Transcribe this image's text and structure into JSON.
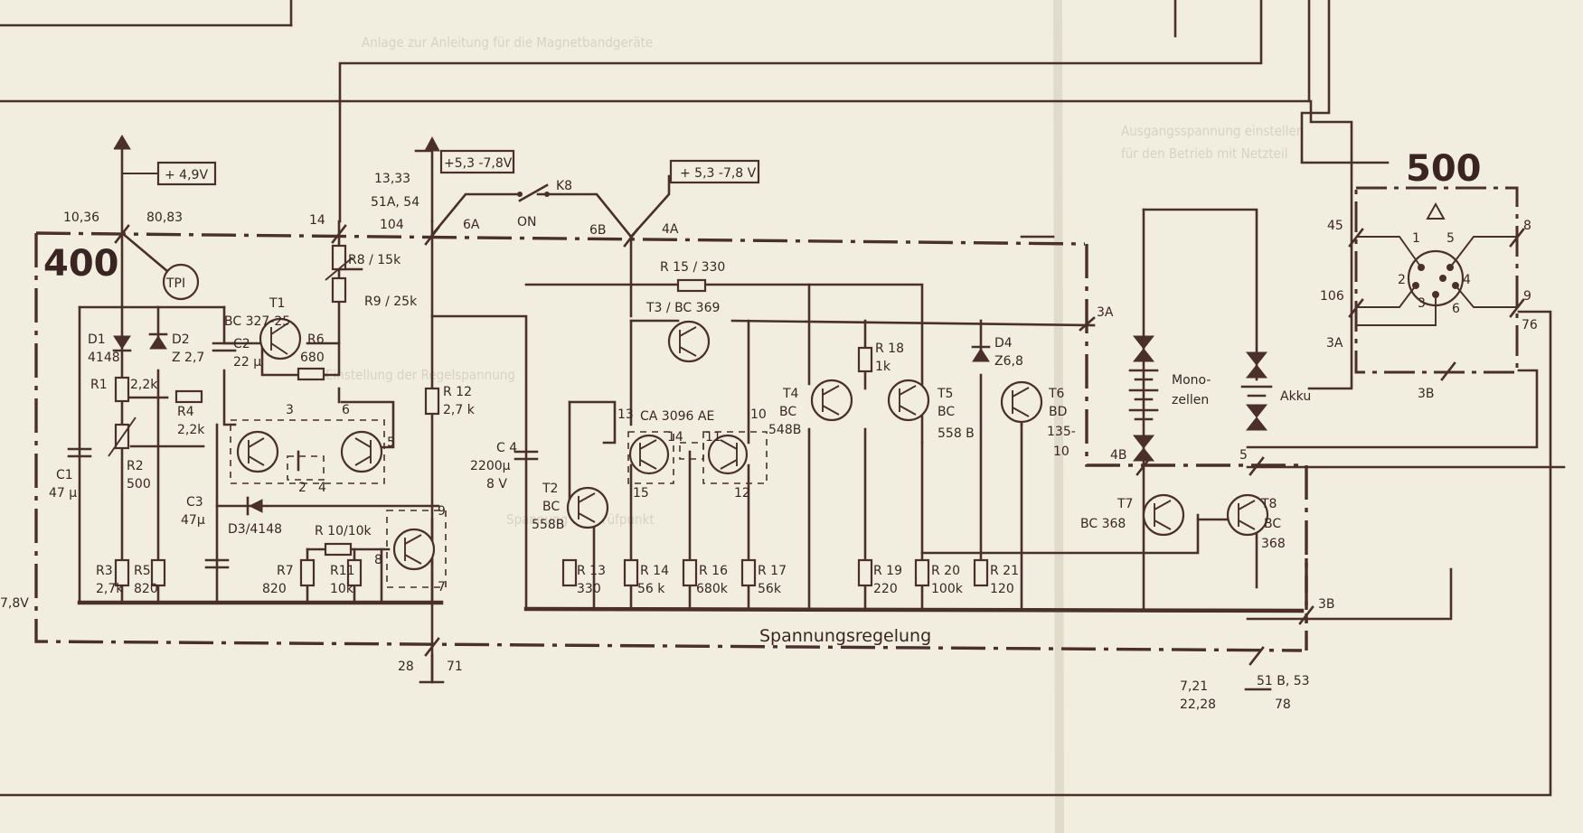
{
  "blocks": {
    "main_block": "400",
    "connector_block": "500"
  },
  "title": "Spannungsregelung",
  "test_point": "TPI",
  "voltages": {
    "v1": "+ 4,9V",
    "v2": "+5,3 -7,8V",
    "v3": "+ 5,3 -7,8 V",
    "v_left": "7,8V",
    "c4_voltage": "8 V"
  },
  "nodes": {
    "n1036": "10,36",
    "n8083": "80,83",
    "n14": "14",
    "n1333": "13,33",
    "n51a54": "51A, 54",
    "n104": "104",
    "n6a": "6A",
    "n6b": "6B",
    "n4a": "4A",
    "n3a": "3A",
    "n4b": "4B",
    "n5": "5",
    "n3b": "3B",
    "n28": "28",
    "n71": "71",
    "n721": "7,21",
    "n2228": "22,28",
    "n51b53": "51 B, 53",
    "n78": "78",
    "n45": "45",
    "n106": "106",
    "n3a_conn": "3A",
    "n8": "8",
    "n9": "9",
    "n76": "76",
    "n3b_conn": "3B"
  },
  "switch": {
    "name": "K8",
    "state": "ON"
  },
  "components": {
    "d1": [
      "D1",
      "4148"
    ],
    "d2": [
      "D2",
      "Z 2,7"
    ],
    "r1": "R1",
    "r1_val": "2,2k",
    "c2": [
      "C2",
      "22 µ"
    ],
    "t1": [
      "T1",
      "BC 327-25"
    ],
    "r6": [
      "R6",
      "680"
    ],
    "r8": "R8 / 15k",
    "r9": "R9 / 25k",
    "r4": [
      "R4",
      "2,2k"
    ],
    "r2": [
      "R2",
      "500"
    ],
    "c1": [
      "C1",
      "47 µ"
    ],
    "c3": [
      "C3",
      "47µ"
    ],
    "d3": "D3/4148",
    "r10": "R 10/10k",
    "r3": [
      "R3",
      "2,7k"
    ],
    "r5": [
      "R5",
      "820"
    ],
    "r7": [
      "R7",
      "820"
    ],
    "r11": [
      "R11",
      "10k"
    ],
    "r12": [
      "R 12",
      "2,7 k"
    ],
    "c4": [
      "C 4",
      "2200µ"
    ],
    "r15": "R 15 / 330",
    "t3": "T3 / BC 369",
    "ic": "CA 3096 AE",
    "t2": [
      "T2",
      "BC",
      "558B"
    ],
    "t4": [
      "T4",
      "BC",
      "548B"
    ],
    "t5": [
      "T5",
      "BC",
      "558 B"
    ],
    "r18": [
      "R 18",
      "1k"
    ],
    "d4": [
      "D4",
      "Z6,8"
    ],
    "t6": [
      "T6",
      "BD",
      "135-",
      "10"
    ],
    "r13": [
      "R 13",
      "330"
    ],
    "r14": [
      "R 14",
      "56 k"
    ],
    "r16": [
      "R 16",
      "680k"
    ],
    "r17": [
      "R 17",
      "56k"
    ],
    "r19": [
      "R 19",
      "220"
    ],
    "r20": [
      "R 20",
      "100k"
    ],
    "r21": [
      "R 21",
      "120"
    ],
    "t7": [
      "T7",
      "BC 368"
    ],
    "t8": [
      "T8",
      "BC",
      "368"
    ],
    "mono": [
      "Mono-",
      "zellen"
    ],
    "akku": "Akku"
  },
  "pins": {
    "ic_left": [
      "3",
      "6",
      "5",
      "2",
      "4"
    ],
    "ic_pins": [
      "13",
      "14",
      "11",
      "10",
      "15",
      "12"
    ],
    "conn_pins": [
      "1",
      "5",
      "2",
      "4",
      "3",
      "6"
    ],
    "t_pins": [
      "9",
      "8",
      "7"
    ]
  },
  "colors": {
    "paper": "#f1eee0",
    "ink": "#4a2f2a"
  }
}
